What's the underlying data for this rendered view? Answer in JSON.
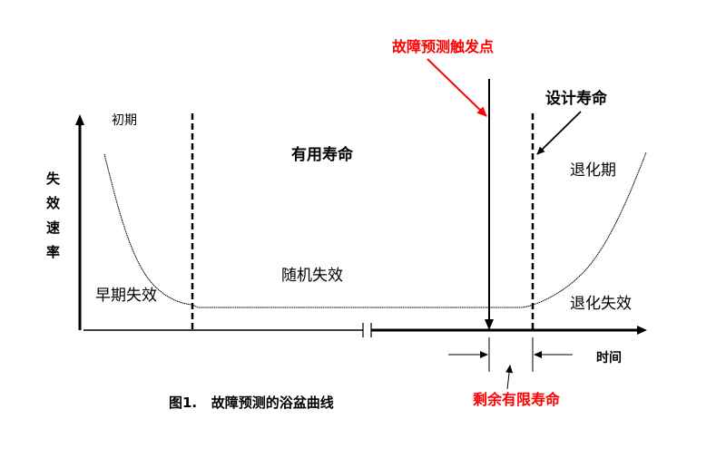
{
  "figure": {
    "caption": "图1.   故障预测的浴盆曲线",
    "y_axis_label": [
      "失",
      "效",
      "速",
      "率"
    ],
    "x_axis_label": "时间"
  },
  "labels": {
    "early_period": "初期",
    "useful_life": "有用寿命",
    "wear_out_period": "退化期",
    "early_failure": "早期失效",
    "random_failure": "随机失效",
    "wear_out_failure": "退化失效",
    "design_life": "设计寿命",
    "prognostic_trigger": "故障预测触发点",
    "remaining_useful_life": "剩余有限寿命"
  },
  "colors": {
    "highlight": "#ff0000",
    "line": "#000000",
    "background": "#ffffff"
  }
}
